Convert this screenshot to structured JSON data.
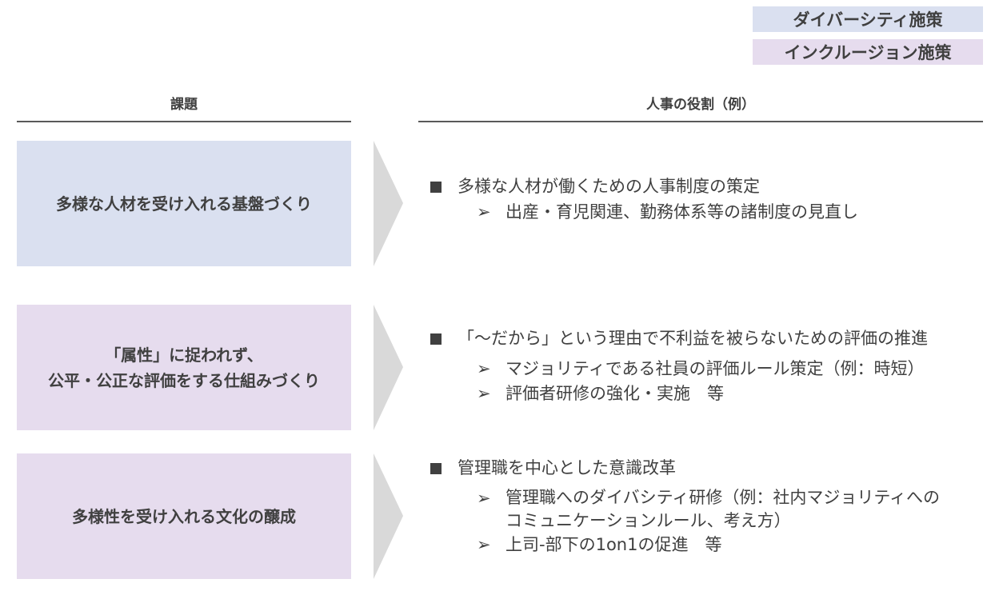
{
  "legend": {
    "diversity": "ダイバーシティ施策",
    "inclusion": "インクルージョン施策",
    "diversity_color": "#dae0f0",
    "inclusion_color": "#e6dcee"
  },
  "headers": {
    "issue": "課題",
    "role": "人事の役割（例）"
  },
  "rows": [
    {
      "issue_lines": [
        "多様な人材を受け入れる基盤づくり"
      ],
      "main": "多様な人材が働くための人事制度の策定",
      "subs": [
        "出産・育児関連、勤務体系等の諸制度の見直し"
      ]
    },
    {
      "issue_lines": [
        "「属性」に捉われず、",
        "公平・公正な評価をする仕組みづくり"
      ],
      "main": "「～だから」という理由で不利益を被らないための評価の推進",
      "subs": [
        "マジョリティである社員の評価ルール策定（例：時短）",
        "評価者研修の強化・実施　等"
      ]
    },
    {
      "issue_lines": [
        "多様性を受け入れる文化の醸成"
      ],
      "main": "管理職を中心とした意識改革",
      "subs": [
        "管理職へのダイバシティ研修（例：社内マジョリティへの\nコミュニケーションルール、考え方）",
        "上司-部下の1on1の促進　等"
      ]
    }
  ]
}
